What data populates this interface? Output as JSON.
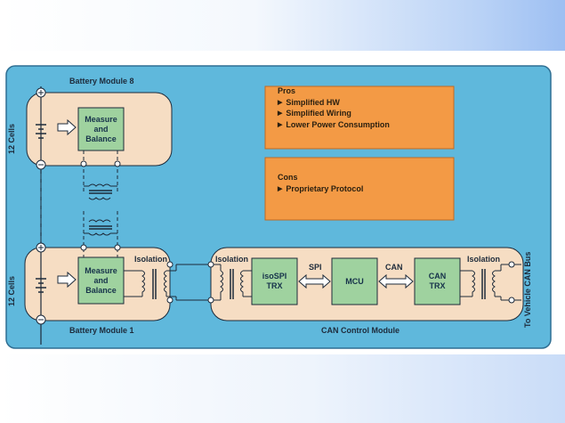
{
  "diagram": {
    "modules": {
      "top_title": "Battery Module 8",
      "bottom_title": "Battery Module 1",
      "cells_label_top": "12 Cells",
      "cells_label_bottom": "12 Cells",
      "measure_top": "Measure\nand\nBalance",
      "measure_bottom": "Measure\nand\nBalance",
      "isolation_module": "Isolation"
    },
    "can_control": {
      "title": "CAN Control Module",
      "isolation_left": "Isolation",
      "isolation_right": "Isolation",
      "isospi": "isoSPI\nTRX",
      "mcu": "MCU",
      "can_trx": "CAN\nTRX",
      "spi_label": "SPI",
      "can_label": "CAN",
      "bus_label": "To Vehicle CAN Bus"
    },
    "pros": {
      "title": "Pros",
      "items": [
        "Simplified HW",
        "Simplified Wiring",
        "Lower Power Consumption"
      ]
    },
    "cons": {
      "title": "Cons",
      "items": [
        "Proprietary Protocol"
      ]
    },
    "terminals": {
      "plus": "+",
      "minus": "−"
    },
    "colors": {
      "panel": "#5fb8dc",
      "panel_border": "#2f6f93",
      "module": "#f6ddc3",
      "chip": "#9fd29f",
      "note": "#f39a45",
      "line": "#1d2a3a"
    }
  }
}
